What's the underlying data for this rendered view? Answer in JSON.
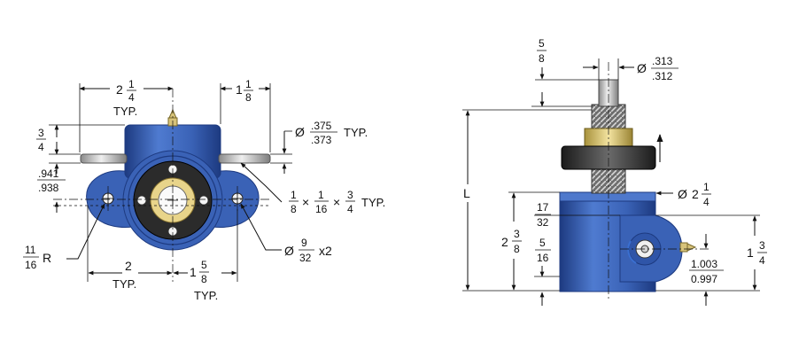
{
  "colors": {
    "housing_blue": "#3a62b6",
    "housing_dark": "#1d3a80",
    "bronze": "#e8d48a",
    "steel": "#c9c9c9",
    "dark_flange": "#2a2a2a",
    "arrow_blue": "#3a6fd0"
  },
  "front_view": {
    "width_half": {
      "whole": "2",
      "num": "1",
      "den": "4",
      "note": "TYP."
    },
    "ear_width": {
      "whole": "1",
      "num": "1",
      "den": "8"
    },
    "shaft_dia": {
      "prefix": "Ø",
      "num": ".375",
      "den": ".373",
      "note": "TYP."
    },
    "top_height": {
      "num": "3",
      "den": "4"
    },
    "shaft_offset": {
      "num": ".941",
      "den": ".938"
    },
    "key": {
      "a_num": "1",
      "a_den": "8",
      "b_num": "1",
      "b_den": "16",
      "c_num": "3",
      "c_den": "4",
      "sep": "×",
      "note": "TYP."
    },
    "radius": {
      "num": "11",
      "den": "16",
      "suffix": "R"
    },
    "hole": {
      "prefix": "Ø",
      "num": "9",
      "den": "32",
      "suffix": "x2"
    },
    "hole_spacing": {
      "whole": "2",
      "note": "TYP."
    },
    "hole_to_center": {
      "whole": "1",
      "num": "5",
      "den": "8",
      "note": "TYP."
    }
  },
  "side_view": {
    "top_shaft": {
      "num": "5",
      "den": "8"
    },
    "shaft_dia": {
      "prefix": "Ø",
      "num": ".313",
      "den": ".312"
    },
    "length": {
      "label": "L"
    },
    "body_dia": {
      "prefix": "Ø",
      "whole": "2",
      "num": "1",
      "den": "4"
    },
    "body_height": {
      "whole": "2",
      "num": "3",
      "den": "8"
    },
    "upper_offset": {
      "num": "17",
      "den": "32"
    },
    "lower_offset": {
      "num": "5",
      "den": "16"
    },
    "side_height": {
      "whole": "1",
      "num": "3",
      "den": "4"
    },
    "shaft_center": {
      "num": "1.003",
      "den": "0.997"
    }
  }
}
